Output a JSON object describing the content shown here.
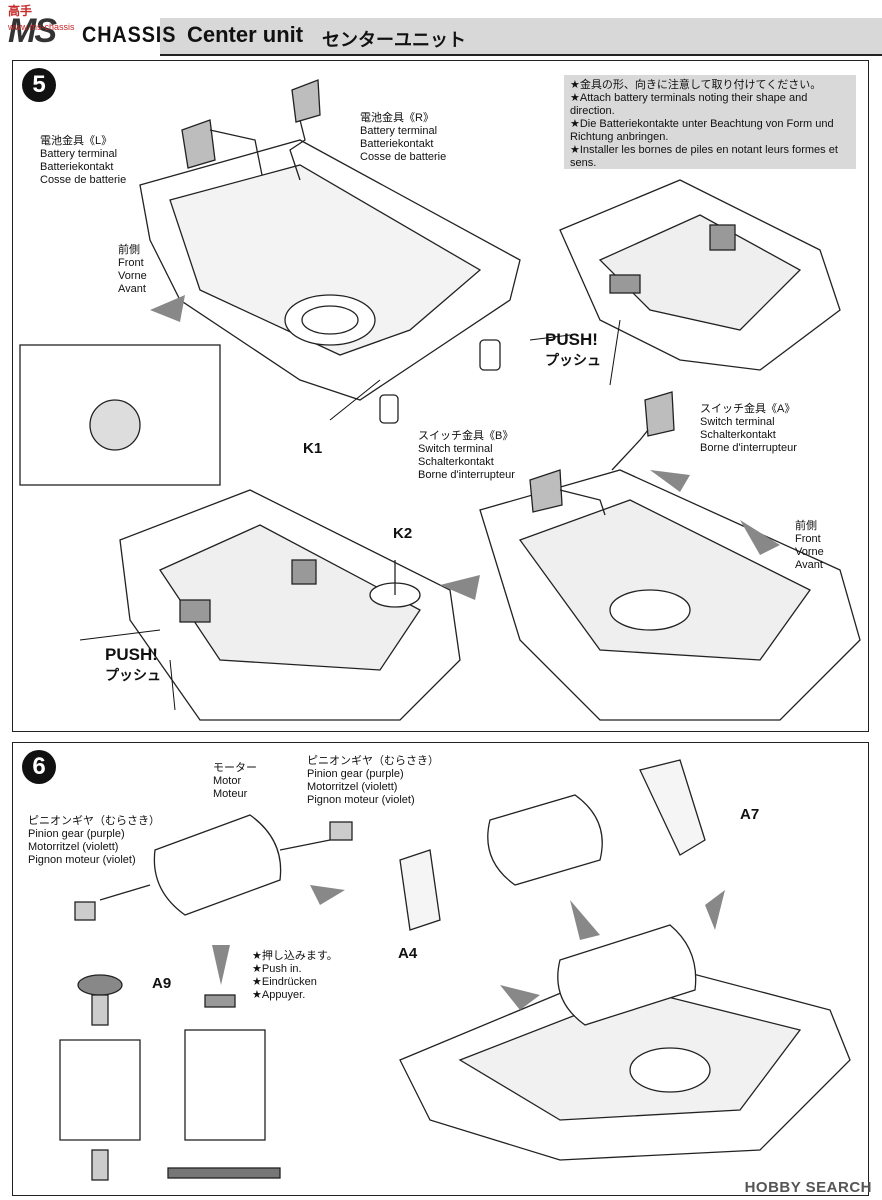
{
  "watermark": {
    "main": "高手",
    "sub": "www.ms-chassis"
  },
  "header": {
    "brand": "MS",
    "chassis": "CHASSIS",
    "title_en": "Center unit",
    "title_jp": "センターユニット"
  },
  "step5": {
    "number": "5",
    "note": [
      "★金具の形、向きに注意して取り付けてください。",
      "★Attach battery terminals noting their shape and direction.",
      "★Die Batteriekontakte unter Beachtung von Form und Richtung anbringen.",
      "★Installer les bornes de piles en notant leurs formes et sens."
    ],
    "battery_L": {
      "jp": "電池金具《L》",
      "en": "Battery terminal",
      "de": "Batteriekontakt",
      "fr": "Cosse de batterie"
    },
    "battery_R": {
      "jp": "電池金具《R》",
      "en": "Battery terminal",
      "de": "Batteriekontakt",
      "fr": "Cosse de batterie"
    },
    "front_left": {
      "jp": "前側",
      "en": "Front",
      "de": "Vorne",
      "fr": "Avant"
    },
    "front_right": {
      "jp": "前側",
      "en": "Front",
      "de": "Vorne",
      "fr": "Avant"
    },
    "push_top": {
      "en": "PUSH!",
      "jp": "プッシュ"
    },
    "push_bottom": {
      "en": "PUSH!",
      "jp": "プッシュ"
    },
    "k1": "K1",
    "k2": "K2",
    "switch_A": {
      "jp": "スイッチ金具《A》",
      "en": "Switch terminal",
      "de": "Schalterkontakt",
      "fr": "Borne d'interrupteur"
    },
    "switch_B": {
      "jp": "スイッチ金具《B》",
      "en": "Switch terminal",
      "de": "Schalterkontakt",
      "fr": "Borne d'interrupteur"
    }
  },
  "step6": {
    "number": "6",
    "motor": {
      "jp": "モーター",
      "en": "Motor",
      "fr": "Moteur"
    },
    "pinion_top": {
      "jp": "ピニオンギヤ（むらさき）",
      "en": "Pinion gear (purple)",
      "de": "Motorritzel (violett)",
      "fr": "Pignon moteur (violet)"
    },
    "pinion_left": {
      "jp": "ピニオンギヤ（むらさき）",
      "en": "Pinion gear (purple)",
      "de": "Motorritzel (violett)",
      "fr": "Pignon moteur (violet)"
    },
    "push_in": [
      "★押し込みます。",
      "★Push in.",
      "★Eindrücken",
      "★Appuyer."
    ],
    "a7": "A7",
    "a4": "A4",
    "a9": "A9"
  },
  "footer": {
    "logo": "HOBBY SEARCH"
  },
  "colors": {
    "gray_fill": "#d9d9d9",
    "ink": "#111111",
    "accent_red": "#c62828"
  }
}
